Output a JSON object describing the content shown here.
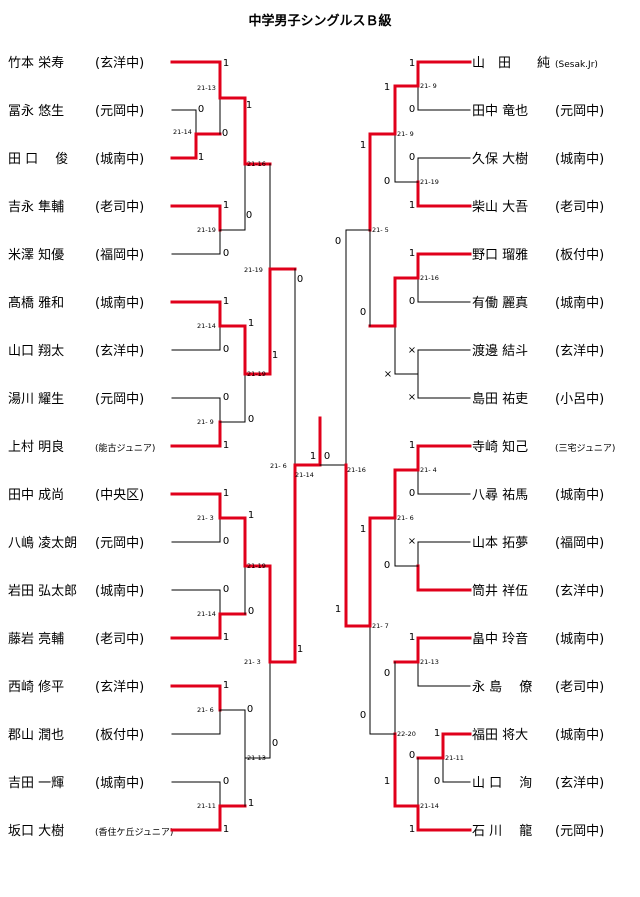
{
  "title": "中学男子シングルスＢ級",
  "colors": {
    "win": "#e0001b",
    "line": "#000000"
  },
  "left_players": [
    {
      "name": "竹本 栄寿",
      "school": "(玄洋中)"
    },
    {
      "name": "冨永 悠生",
      "school": "(元岡中)"
    },
    {
      "name": "田 口　 俊",
      "school": "(城南中)"
    },
    {
      "name": "吉永 隼輔",
      "school": "(老司中)"
    },
    {
      "name": "米澤 知優",
      "school": "(福岡中)"
    },
    {
      "name": "髙橋 雅和",
      "school": "(城南中)"
    },
    {
      "name": "山口 翔太",
      "school": "(玄洋中)"
    },
    {
      "name": "湯川 耀生",
      "school": "(元岡中)"
    },
    {
      "name": "上村 明良",
      "school": "(能古ジュニア)"
    },
    {
      "name": "田中 成尚",
      "school": "(中央区)"
    },
    {
      "name": "八嶋 凌太朗",
      "school": "(元岡中)"
    },
    {
      "name": "岩田 弘太郎",
      "school": "(城南中)"
    },
    {
      "name": "藤岩 亮輔",
      "school": "(老司中)"
    },
    {
      "name": "西崎 修平",
      "school": "(玄洋中)"
    },
    {
      "name": "郡山 潤也",
      "school": "(板付中)"
    },
    {
      "name": "吉田 一輝",
      "school": "(城南中)"
    },
    {
      "name": "坂口 大樹",
      "school": "(香住ケ丘ジュニア)"
    }
  ],
  "right_players": [
    {
      "name": "山　田　　純",
      "school": "(Sesak.Jr)"
    },
    {
      "name": "田中 竜也",
      "school": "(元岡中)"
    },
    {
      "name": "久保 大樹",
      "school": "(城南中)"
    },
    {
      "name": "柴山 大吾",
      "school": "(老司中)"
    },
    {
      "name": "野口 瑠雅",
      "school": "(板付中)"
    },
    {
      "name": "有働 麗真",
      "school": "(城南中)"
    },
    {
      "name": "渡邊 結斗",
      "school": "(玄洋中)"
    },
    {
      "name": "島田 祐吏",
      "school": "(小呂中)"
    },
    {
      "name": "寺崎 知己",
      "school": "(三宅ジュニア)"
    },
    {
      "name": "八尋 祐馬",
      "school": "(城南中)"
    },
    {
      "name": "山本 拓夢",
      "school": "(福岡中)"
    },
    {
      "name": "筒井 祥伍",
      "school": "(玄洋中)"
    },
    {
      "name": "畠中 玲音",
      "school": "(城南中)"
    },
    {
      "name": "永 島　 僚",
      "school": "(老司中)"
    },
    {
      "name": "福田 将大",
      "school": "(城南中)"
    },
    {
      "name": "山 口　 洵",
      "school": "(玄洋中)"
    },
    {
      "name": "石 川　 龍",
      "school": "(元岡中)"
    }
  ],
  "scores": {
    "L_s1": "21-13",
    "L_s2": "21-14",
    "L_s3": "21-16",
    "L_s4": "21-19",
    "L_s5": "21-14",
    "L_s6": "21-19",
    "L_s7": "21- 9",
    "L_s8": "21-19",
    "L_s9": "21- 3",
    "L_s10": "21-19",
    "L_s11": "21-14",
    "L_s12": "21- 3",
    "L_s13": "21- 6",
    "L_s14": "21-13",
    "L_s15": "21-11",
    "L_s16": "21- 6",
    "L_s17": "21-14",
    "R_s1": "21- 9",
    "R_s2": "21- 9",
    "R_s3": "21-19",
    "R_s4": "21- 5",
    "R_s5": "21-16",
    "R_s6": "21- 4",
    "R_s7": "21- 6",
    "R_s8": "21-16",
    "R_s9": "21- 7",
    "R_s10": "21-13",
    "R_s11": "22-20",
    "R_s12": "21-11",
    "R_s13": "21-14"
  },
  "marks": {
    "win": "1",
    "loss": "0",
    "forfeit": "×"
  }
}
